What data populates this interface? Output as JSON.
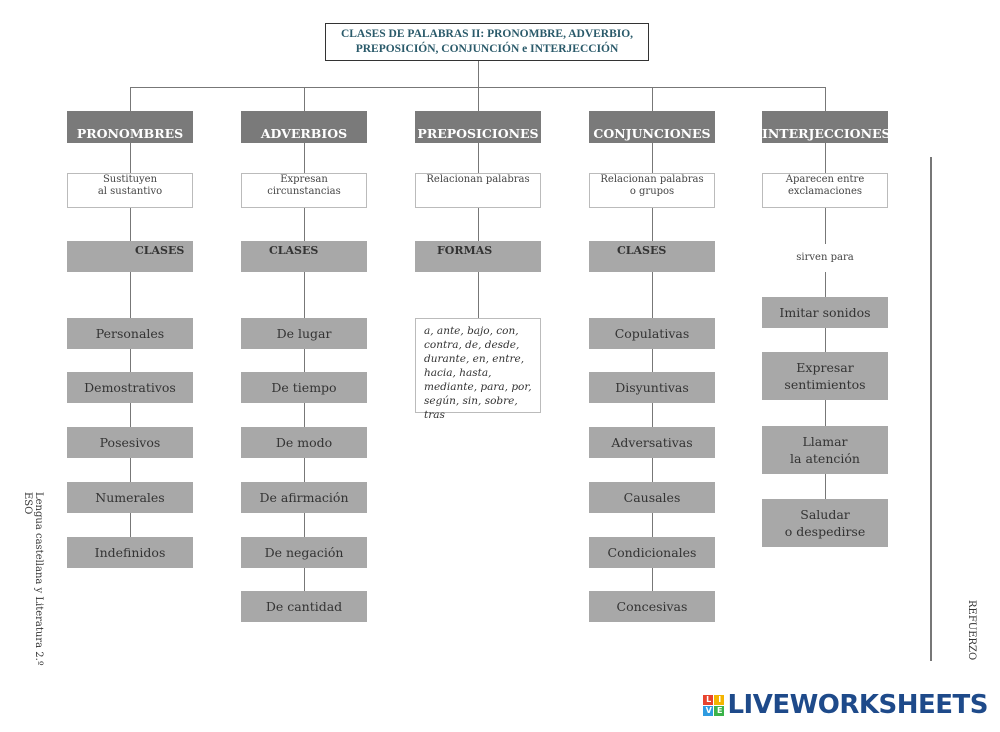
{
  "title": {
    "line1": "CLASES DE PALABRAS II: PRONOMBRE, ADVERBIO,",
    "line2": "PREPOSICIÓN, CONJUNCIÓN e INTERJECCIÓN"
  },
  "columns": [
    {
      "head": "PRONOMBRES",
      "desc": "Sustituyen\nal sustantivo",
      "sub": "CLASES",
      "items": [
        "Personales",
        "Demostrativos",
        "Posesivos",
        "Numerales",
        "Indefinidos"
      ]
    },
    {
      "head": "ADVERBIOS",
      "desc": "Expresan\ncircunstancias",
      "sub": "CLASES",
      "items": [
        "De lugar",
        "De tiempo",
        "De modo",
        "De afirmación",
        "De negación",
        "De cantidad"
      ]
    },
    {
      "head": "PREPOSICIONES",
      "desc": "Relacionan palabras",
      "sub": "FORMAS",
      "list": "a, ante, bajo, con, contra, de, desde, durante, en, entre, hacia, hasta, mediante, para, por, según, sin, sobre, tras"
    },
    {
      "head": "CONJUNCIONES",
      "desc": "Relacionan palabras\no grupos",
      "sub": "CLASES",
      "items": [
        "Copulativas",
        "Disyuntivas",
        "Adversativas",
        "Causales",
        "Condicionales",
        "Concesivas"
      ]
    },
    {
      "head": "INTERJECCIONES",
      "desc": "Aparecen entre\nexclamaciones",
      "sub": "sirven para",
      "items": [
        "Imitar sonidos",
        "Expresar\nsentimientos",
        "Llamar\nla atención",
        "Saludar\no despedirse"
      ]
    }
  ],
  "side_left": "Lengua castellana y Literatura 2.º ESO",
  "side_right": "REFUERZO",
  "logo": {
    "text": "LIVEWORKSHEETS",
    "letters": [
      "L",
      "I",
      "V",
      "E"
    ],
    "colors": [
      "#e8432d",
      "#f4b400",
      "#2e9be0",
      "#3bb34a"
    ]
  }
}
